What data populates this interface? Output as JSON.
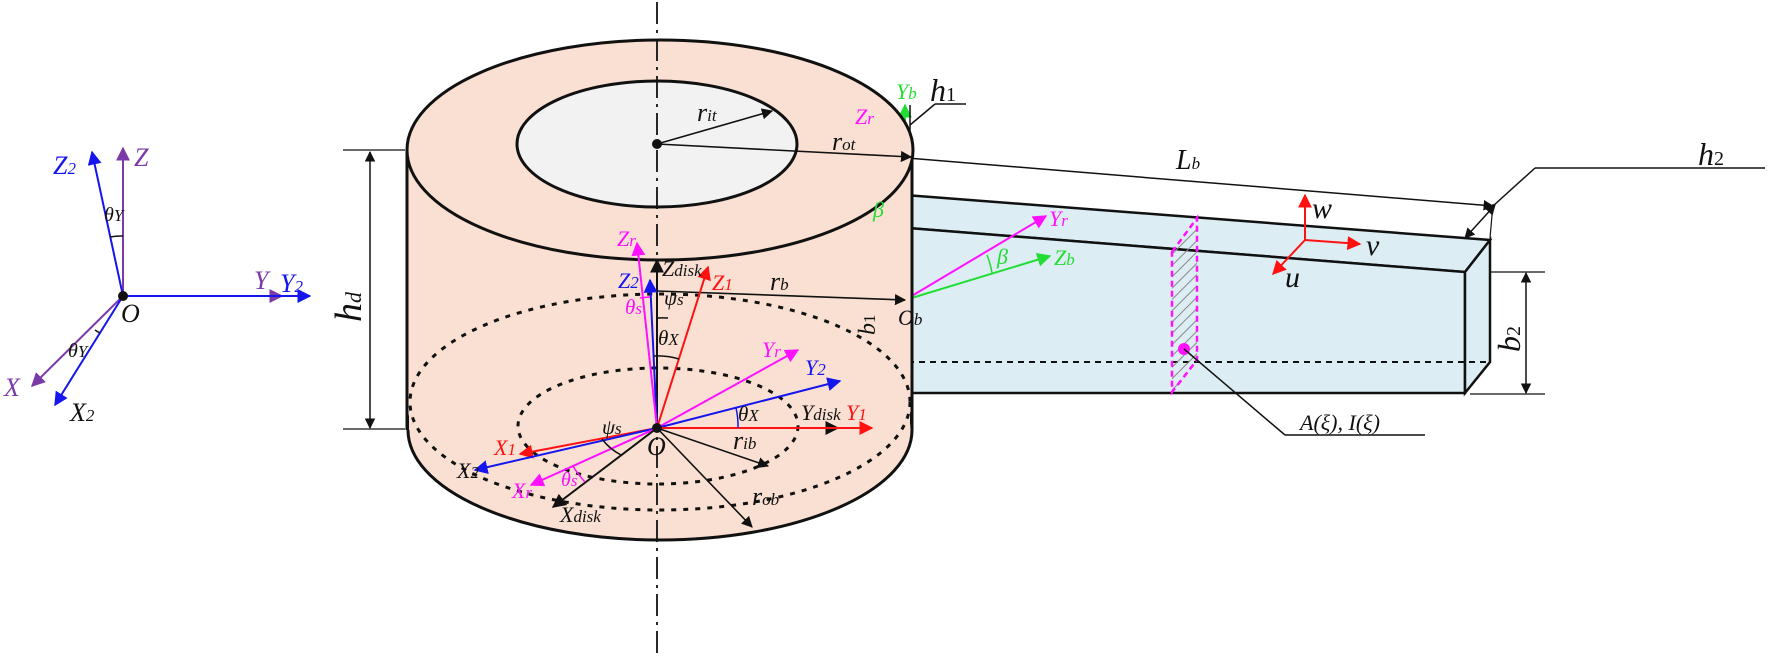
{
  "colors": {
    "disk_fill": "#f9e0d2",
    "hole_fill": "#f2f2f2",
    "blade_fill": "#dcedf4",
    "black": "#111111",
    "red": "#ff1111",
    "blue": "#1515ee",
    "magenta": "#ff11ff",
    "green": "#22dd33",
    "purple": "#7a3aa8"
  },
  "icons": {
    "point": "filled-dot",
    "arrow": "arrowhead"
  },
  "global_frame": {
    "origin": "O",
    "Z": "Z",
    "Z2": {
      "main": "Z",
      "sub": "2"
    },
    "Y": "Y",
    "Y2": {
      "main": "Y",
      "sub": "2"
    },
    "X": "X",
    "X2": {
      "main": "X",
      "sub": "2"
    },
    "thetaY_top": {
      "main": "θ",
      "sub": "Y"
    },
    "thetaY_bottom": {
      "main": "θ",
      "sub": "Y"
    }
  },
  "disk": {
    "r_it": {
      "main": "r",
      "sub": "it"
    },
    "r_ot": {
      "main": "r",
      "sub": "ot"
    },
    "h_d": {
      "main": "h",
      "sub": "d"
    },
    "r_b": {
      "main": "r",
      "sub": "b"
    },
    "r_ib": {
      "main": "r",
      "sub": "ib"
    },
    "r_ob": {
      "main": "r",
      "sub": "ob"
    },
    "origin": "O",
    "Zr": {
      "main": "Z",
      "sub": "r"
    },
    "Z2": {
      "main": "Z",
      "sub": "2"
    },
    "Zdisk": {
      "main": "Z",
      "sub": "disk"
    },
    "Z1": {
      "main": "Z",
      "sub": "1"
    },
    "theta_s": {
      "main": "θ",
      "sub": "s"
    },
    "psi_s_top": {
      "main": "ψ",
      "sub": "s"
    },
    "theta_x_top": {
      "main": "θ",
      "sub": "X"
    },
    "Yr": {
      "main": "Y",
      "sub": "r"
    },
    "Y2": {
      "main": "Y",
      "sub": "2"
    },
    "theta_x_right": {
      "main": "θ",
      "sub": "X"
    },
    "Ydisk": {
      "main": "Y",
      "sub": "disk"
    },
    "Y1": {
      "main": "Y",
      "sub": "1"
    },
    "psi_s_left": {
      "main": "ψ",
      "sub": "s"
    },
    "X1": {
      "main": "X",
      "sub": "1"
    },
    "X2": {
      "main": "X",
      "sub": "2"
    },
    "Xr": {
      "main": "X",
      "sub": "r"
    },
    "theta_s_bottom": {
      "main": "θ",
      "sub": "s"
    },
    "Xdisk": {
      "main": "X",
      "sub": "disk"
    }
  },
  "blade": {
    "Yb": {
      "main": "Y",
      "sub": "b"
    },
    "h1": {
      "main": "h",
      "sub": "1"
    },
    "Zr": {
      "main": "Z",
      "sub": "r"
    },
    "beta_left": "β",
    "Lb": {
      "main": "L",
      "sub": "b"
    },
    "h2": {
      "main": "h",
      "sub": "2"
    },
    "Yr": {
      "main": "Y",
      "sub": "r"
    },
    "beta_mid": "β",
    "Zb": {
      "main": "Z",
      "sub": "b"
    },
    "Ob": {
      "main": "O",
      "sub": "b"
    },
    "b1": {
      "main": "b",
      "sub": "1"
    },
    "b2": {
      "main": "b",
      "sub": "2"
    },
    "w": "w",
    "v": "v",
    "u": "u",
    "section": "A(ξ), I(ξ)"
  }
}
